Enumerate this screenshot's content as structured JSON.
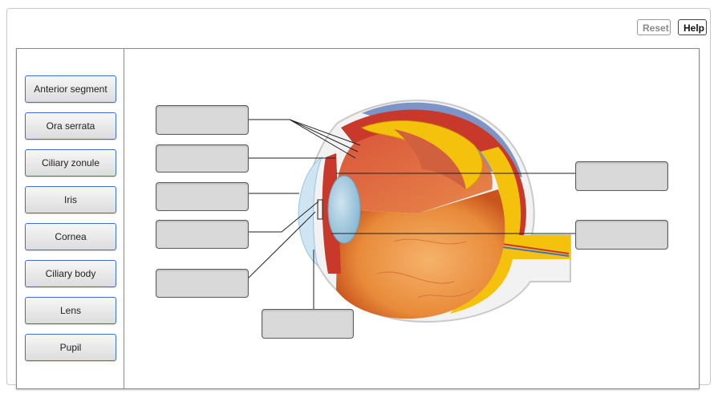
{
  "toolbar": {
    "reset_label": "Reset",
    "help_label": "Help"
  },
  "label_bank": {
    "items": [
      {
        "label": "Anterior segment"
      },
      {
        "label": "Ora serrata"
      },
      {
        "label": "Ciliary zonule"
      },
      {
        "label": "Iris"
      },
      {
        "label": "Cornea"
      },
      {
        "label": "Ciliary body"
      },
      {
        "label": "Lens"
      },
      {
        "label": "Pupil"
      }
    ]
  },
  "diagram": {
    "drop_target_count": 8,
    "image_subject": "eye-cross-section-icon"
  },
  "colors": {
    "bank_border": "#3a6fd4",
    "target_fill": "#d9d9d9",
    "lens": "#a9cce0",
    "retina_yellow": "#f4c20d",
    "sclera_blue": "#7d95c6"
  }
}
